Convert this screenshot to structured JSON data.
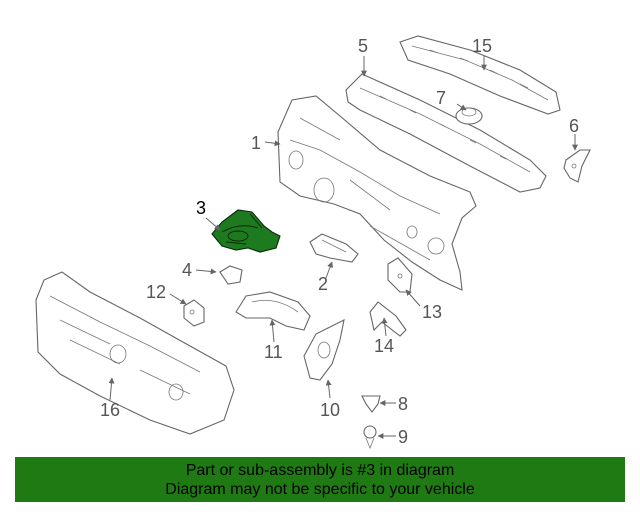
{
  "callouts": [
    "1",
    "2",
    "3",
    "4",
    "5",
    "6",
    "7",
    "8",
    "9",
    "10",
    "11",
    "12",
    "13",
    "14",
    "15",
    "16"
  ],
  "highlight_color": "#1e7a1e",
  "banner": {
    "color": "#1f7a14",
    "line1": "Part or sub-assembly is #3 in diagram",
    "line2": "Diagram may not be specific to your vehicle"
  }
}
